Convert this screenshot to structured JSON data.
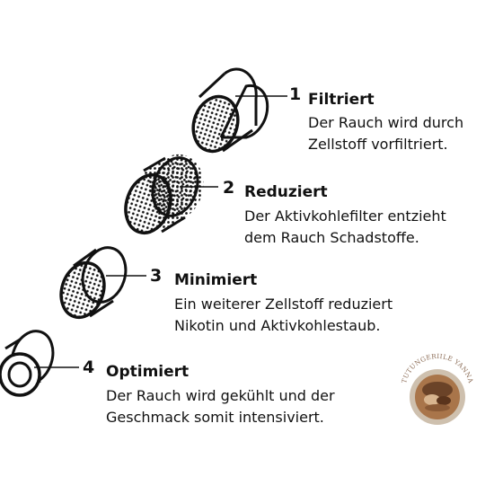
{
  "steps": [
    {
      "number": "1",
      "title": "Filtriert",
      "lines": [
        "Der Rauch wird durch",
        "Zellstoff vorfiltriert."
      ]
    },
    {
      "number": "2",
      "title": "Reduziert",
      "lines": [
        "Der Aktivkohlefilter entzieht",
        "dem Rauch Schadstoffe."
      ]
    },
    {
      "number": "3",
      "title": "Minimiert",
      "lines": [
        "Ein weiterer Zellstoff reduziert",
        "Nikotin und Aktivkohlestaub."
      ]
    },
    {
      "number": "4",
      "title": "Optimiert",
      "lines": [
        "Der Rauch wird gekühlt und der",
        "Geschmack somit intensiviert."
      ]
    }
  ],
  "logo": {
    "text": "TUTUNGERIILE YANNA",
    "colors": {
      "ring": "#c9b9a5",
      "inner": "#a9754a",
      "text": "#8d6e58"
    }
  },
  "colors": {
    "ink": "#111111",
    "background": "#ffffff"
  }
}
